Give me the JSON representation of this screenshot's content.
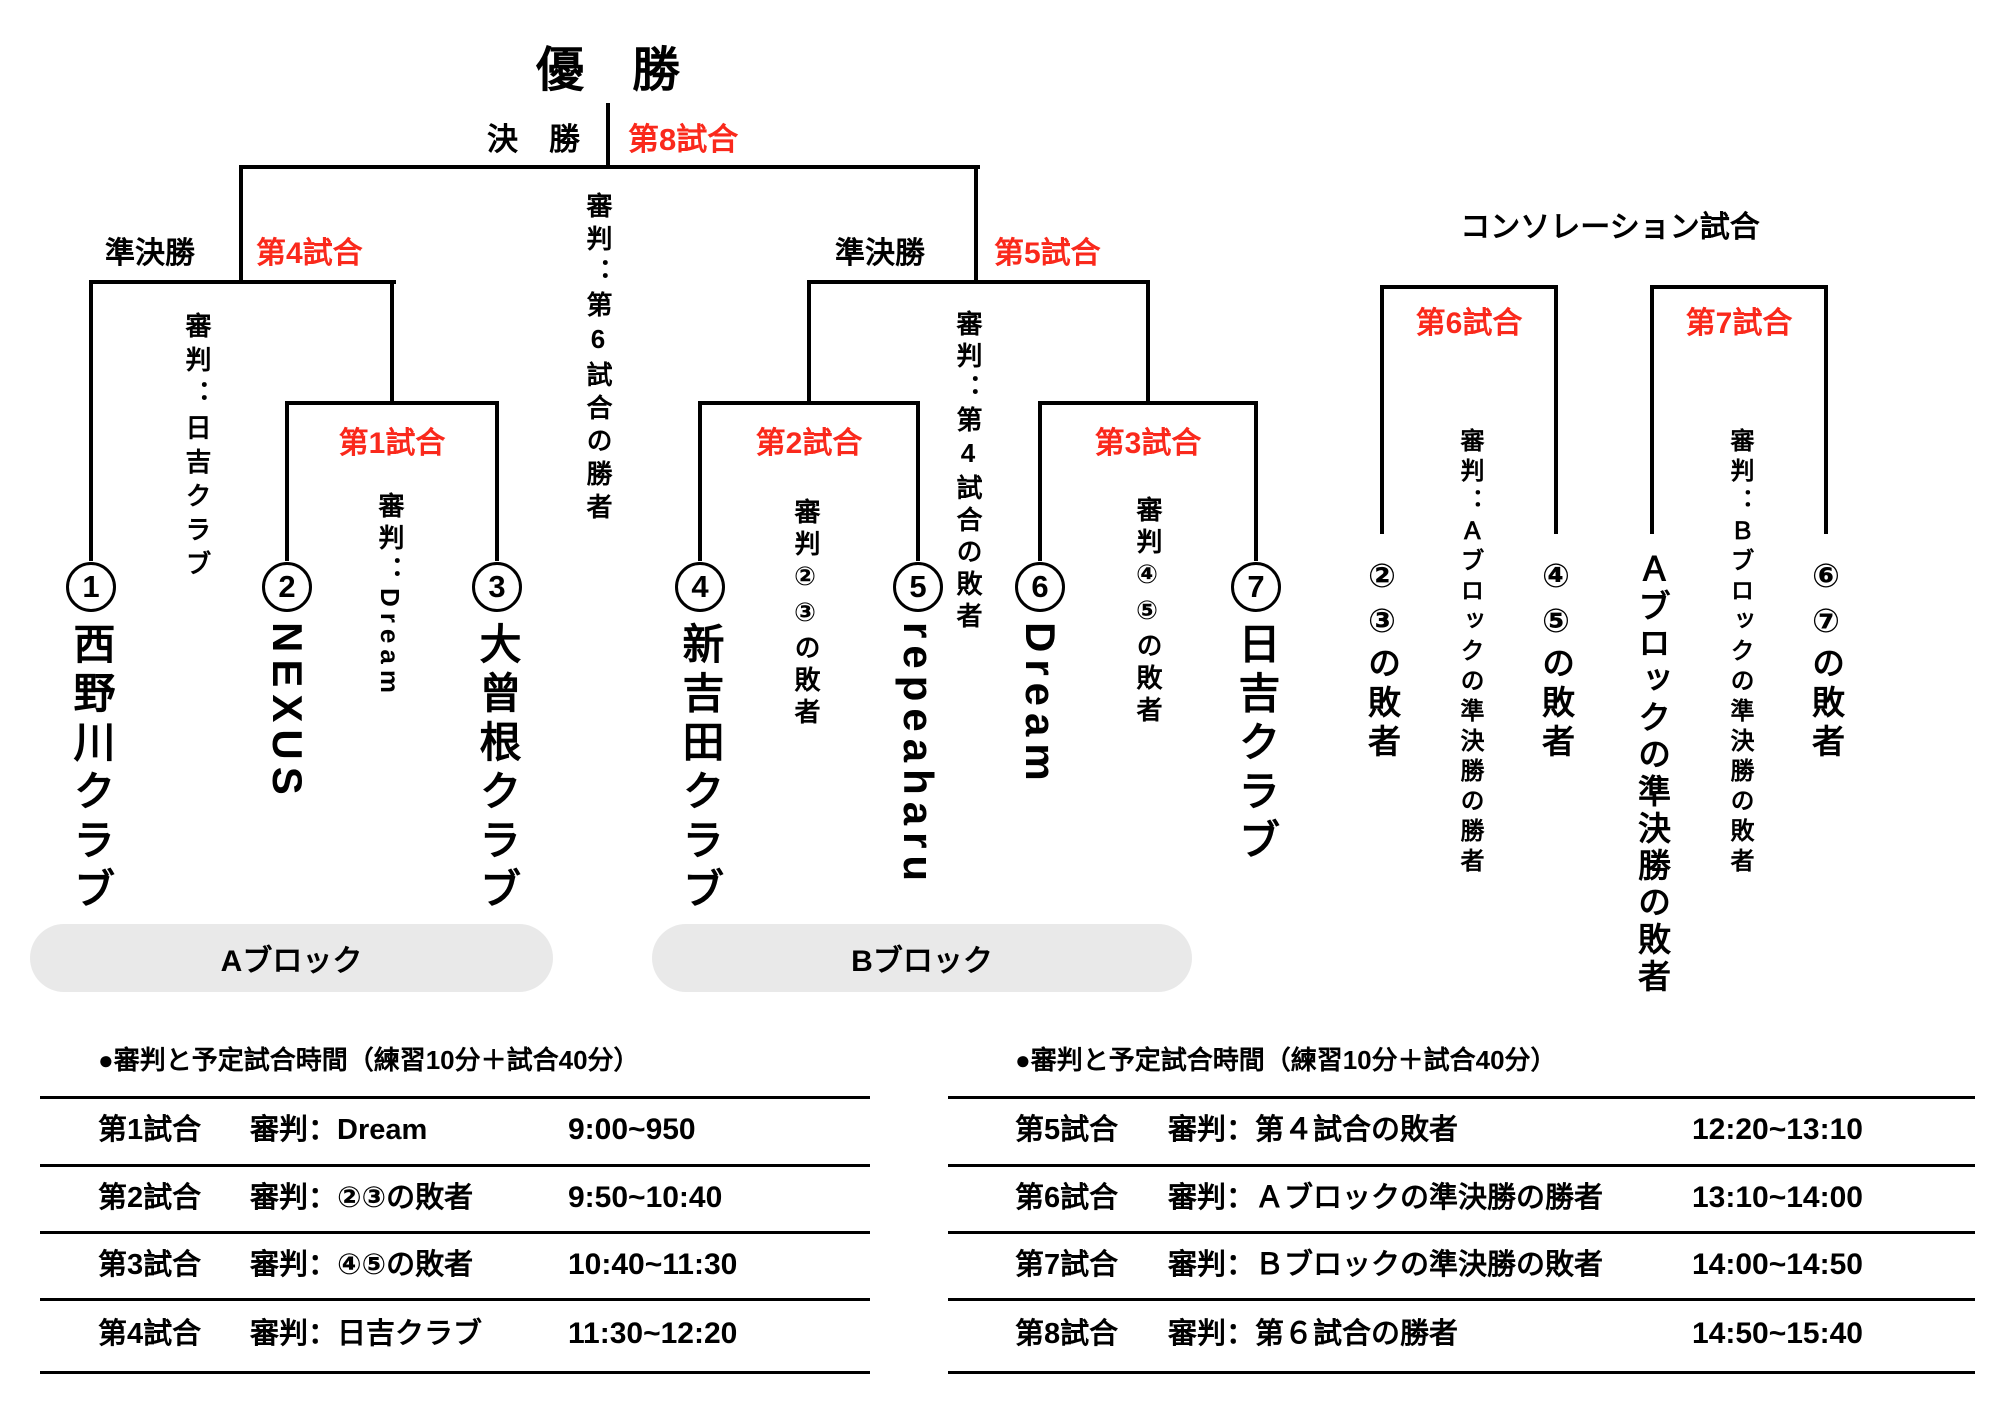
{
  "colors": {
    "red": "#fa291c",
    "line": "#000000",
    "pill_bg": "#e9e9e9"
  },
  "bracket": {
    "champion_label": "優　勝",
    "final": {
      "label": "決　勝",
      "game": "第8試合",
      "referee": "審判：第6試合の勝者"
    },
    "semifinal_a": {
      "label": "準決勝",
      "game": "第4試合",
      "referee": "審判：日吉クラブ"
    },
    "semifinal_b": {
      "label": "準決勝",
      "game": "第5試合",
      "referee": "審判：第4試合の敗者"
    },
    "game1": {
      "game": "第1試合",
      "referee": "審判：Dream"
    },
    "game2": {
      "game": "第2試合",
      "referee": "審判②③の敗者"
    },
    "game3": {
      "game": "第3試合",
      "referee": "審判④⑤の敗者"
    },
    "teams": [
      {
        "number": "1",
        "name": "西野川クラブ"
      },
      {
        "number": "2",
        "name": "NEXUS"
      },
      {
        "number": "3",
        "name": "大曾根クラブ"
      },
      {
        "number": "4",
        "name": "新吉田クラブ"
      },
      {
        "number": "5",
        "name": "repeaharu"
      },
      {
        "number": "6",
        "name": "Dream"
      },
      {
        "number": "7",
        "name": "日吉クラブ"
      }
    ],
    "block_a": "Aブロック",
    "block_b": "Bブロック"
  },
  "consolation": {
    "title": "コンソレーション試合",
    "game6": {
      "game": "第6試合",
      "referee": "審判：Ａブロックの準決勝の勝者",
      "left_team": "②③の敗者",
      "right_team": "④⑤の敗者"
    },
    "game7": {
      "game": "第7試合",
      "referee": "審判：Ｂブロックの準決勝の敗者",
      "left_team": "Ａブロックの準決勝の敗者",
      "right_team": "⑥⑦の敗者"
    }
  },
  "schedule_left": {
    "header": "●審判と予定試合時間（練習10分＋試合40分）",
    "rows": [
      {
        "game": "第1試合",
        "referee": "審判：Dream",
        "time": "9:00~950"
      },
      {
        "game": "第2試合",
        "referee": "審判：②③の敗者",
        "time": "9:50~10:40"
      },
      {
        "game": "第3試合",
        "referee": "審判：④⑤の敗者",
        "time": "10:40~11:30"
      },
      {
        "game": "第4試合",
        "referee": "審判：日吉クラブ",
        "time": "11:30~12:20"
      }
    ]
  },
  "schedule_right": {
    "header": "●審判と予定試合時間（練習10分＋試合40分）",
    "rows": [
      {
        "game": "第5試合",
        "referee": "審判：第４試合の敗者",
        "time": "12:20~13:10"
      },
      {
        "game": "第6試合",
        "referee": "審判：Ａブロックの準決勝の勝者",
        "time": "13:10~14:00"
      },
      {
        "game": "第7試合",
        "referee": "審判：Ｂブロックの準決勝の敗者",
        "time": "14:00~14:50"
      },
      {
        "game": "第8試合",
        "referee": "審判：第６試合の勝者",
        "time": "14:50~15:40"
      }
    ]
  }
}
